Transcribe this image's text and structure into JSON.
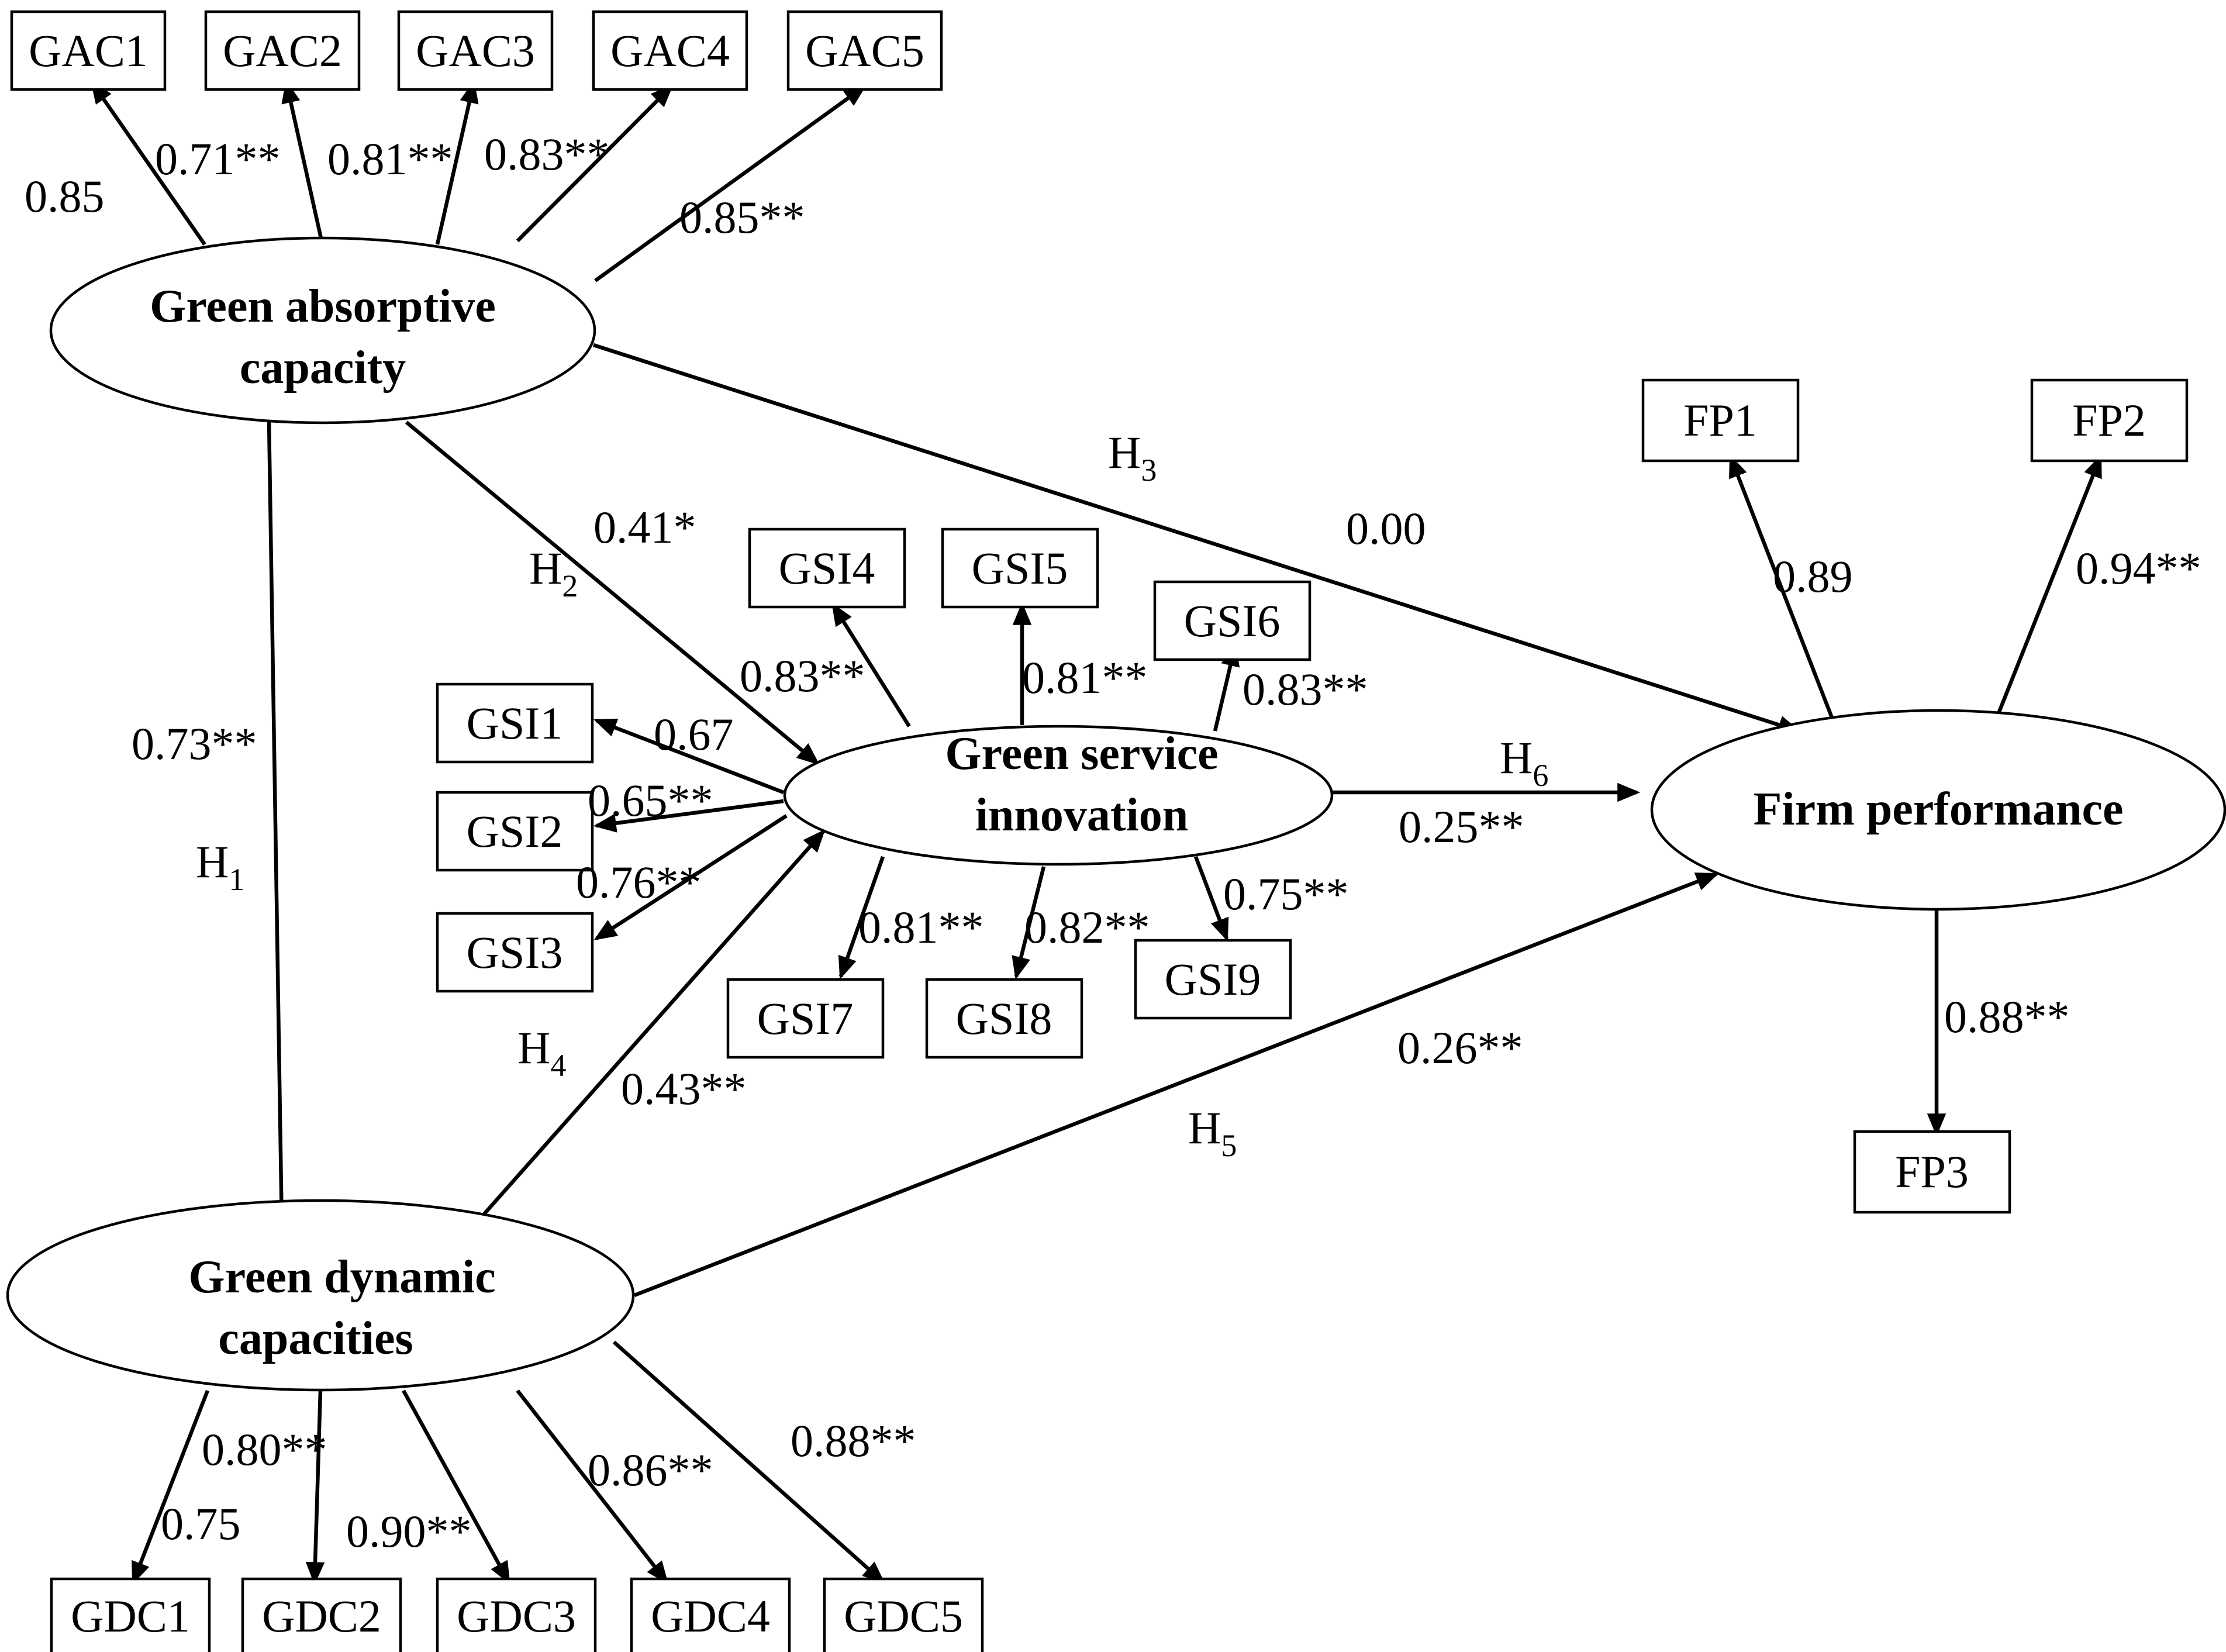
{
  "constructs": {
    "gac": [
      "Green absorptive",
      "capacity"
    ],
    "gsi": [
      "Green service",
      "innovation"
    ],
    "fp": "Firm performance",
    "gdc": [
      "Green dynamic",
      "capacities"
    ]
  },
  "indicators": {
    "gac": [
      "GAC1",
      "GAC2",
      "GAC3",
      "GAC4",
      "GAC5"
    ],
    "gsi": [
      "GSI1",
      "GSI2",
      "GSI3",
      "GSI4",
      "GSI5",
      "GSI6",
      "GSI7",
      "GSI8",
      "GSI9"
    ],
    "fp": [
      "FP1",
      "FP2",
      "FP3"
    ],
    "gdc": [
      "GDC1",
      "GDC2",
      "GDC3",
      "GDC4",
      "GDC5"
    ]
  },
  "loadings": {
    "gac": [
      "0.85",
      "0.71**",
      "0.81**",
      "0.83**",
      "0.85**"
    ],
    "gsi": [
      "0.67",
      "0.65**",
      "0.76**",
      "0.83**",
      "0.81**",
      "0.83**",
      "0.81**",
      "0.82**",
      "0.75**"
    ],
    "fp": [
      "0.89",
      "0.94**",
      "0.88**"
    ],
    "gdc": [
      "0.75",
      "0.80**",
      "0.90**",
      "0.86**",
      "0.88**"
    ]
  },
  "paths": {
    "h1": {
      "h": "H",
      "sub": "1",
      "coef": "0.73**"
    },
    "h2": {
      "h": "H",
      "sub": "2",
      "coef": "0.41*"
    },
    "h3": {
      "h": "H",
      "sub": "3",
      "coef": "0.00"
    },
    "h4": {
      "h": "H",
      "sub": "4",
      "coef": "0.43**"
    },
    "h5": {
      "h": "H",
      "sub": "5",
      "coef": "0.26**"
    },
    "h6": {
      "h": "H",
      "sub": "6",
      "coef": "0.25**"
    }
  }
}
